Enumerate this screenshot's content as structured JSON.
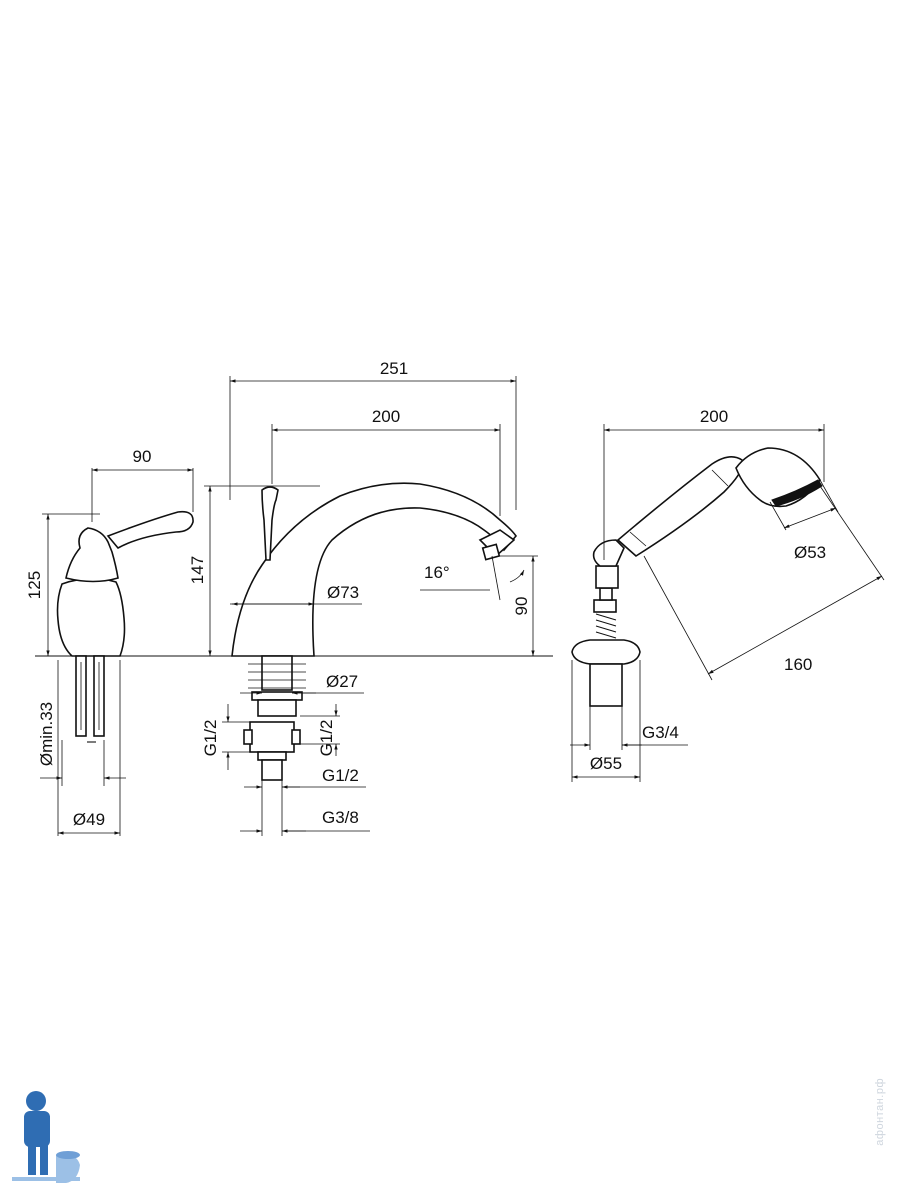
{
  "dimensions": {
    "lever_width": "90",
    "lever_height": "125",
    "lever_hole": "Ømin.33",
    "lever_base": "Ø49",
    "spout_total_length": "251",
    "spout_reach": "200",
    "spout_height": "147",
    "spout_base": "Ø73",
    "spout_angle": "16°",
    "spout_outlet_height": "90",
    "spout_shank": "Ø27",
    "thread_left": "G1/2",
    "thread_right": "G1/2",
    "thread_lower": "G1/2",
    "thread_bottom": "G3/8",
    "shower_length": "200",
    "shower_head": "Ø53",
    "shower_handle": "160",
    "shower_thread": "G3/4",
    "shower_base": "Ø55"
  },
  "watermark": "афонтан.рф",
  "colors": {
    "line": "#111111",
    "logo_blue": "#2f6db3",
    "watermark": "#cfd6de"
  }
}
